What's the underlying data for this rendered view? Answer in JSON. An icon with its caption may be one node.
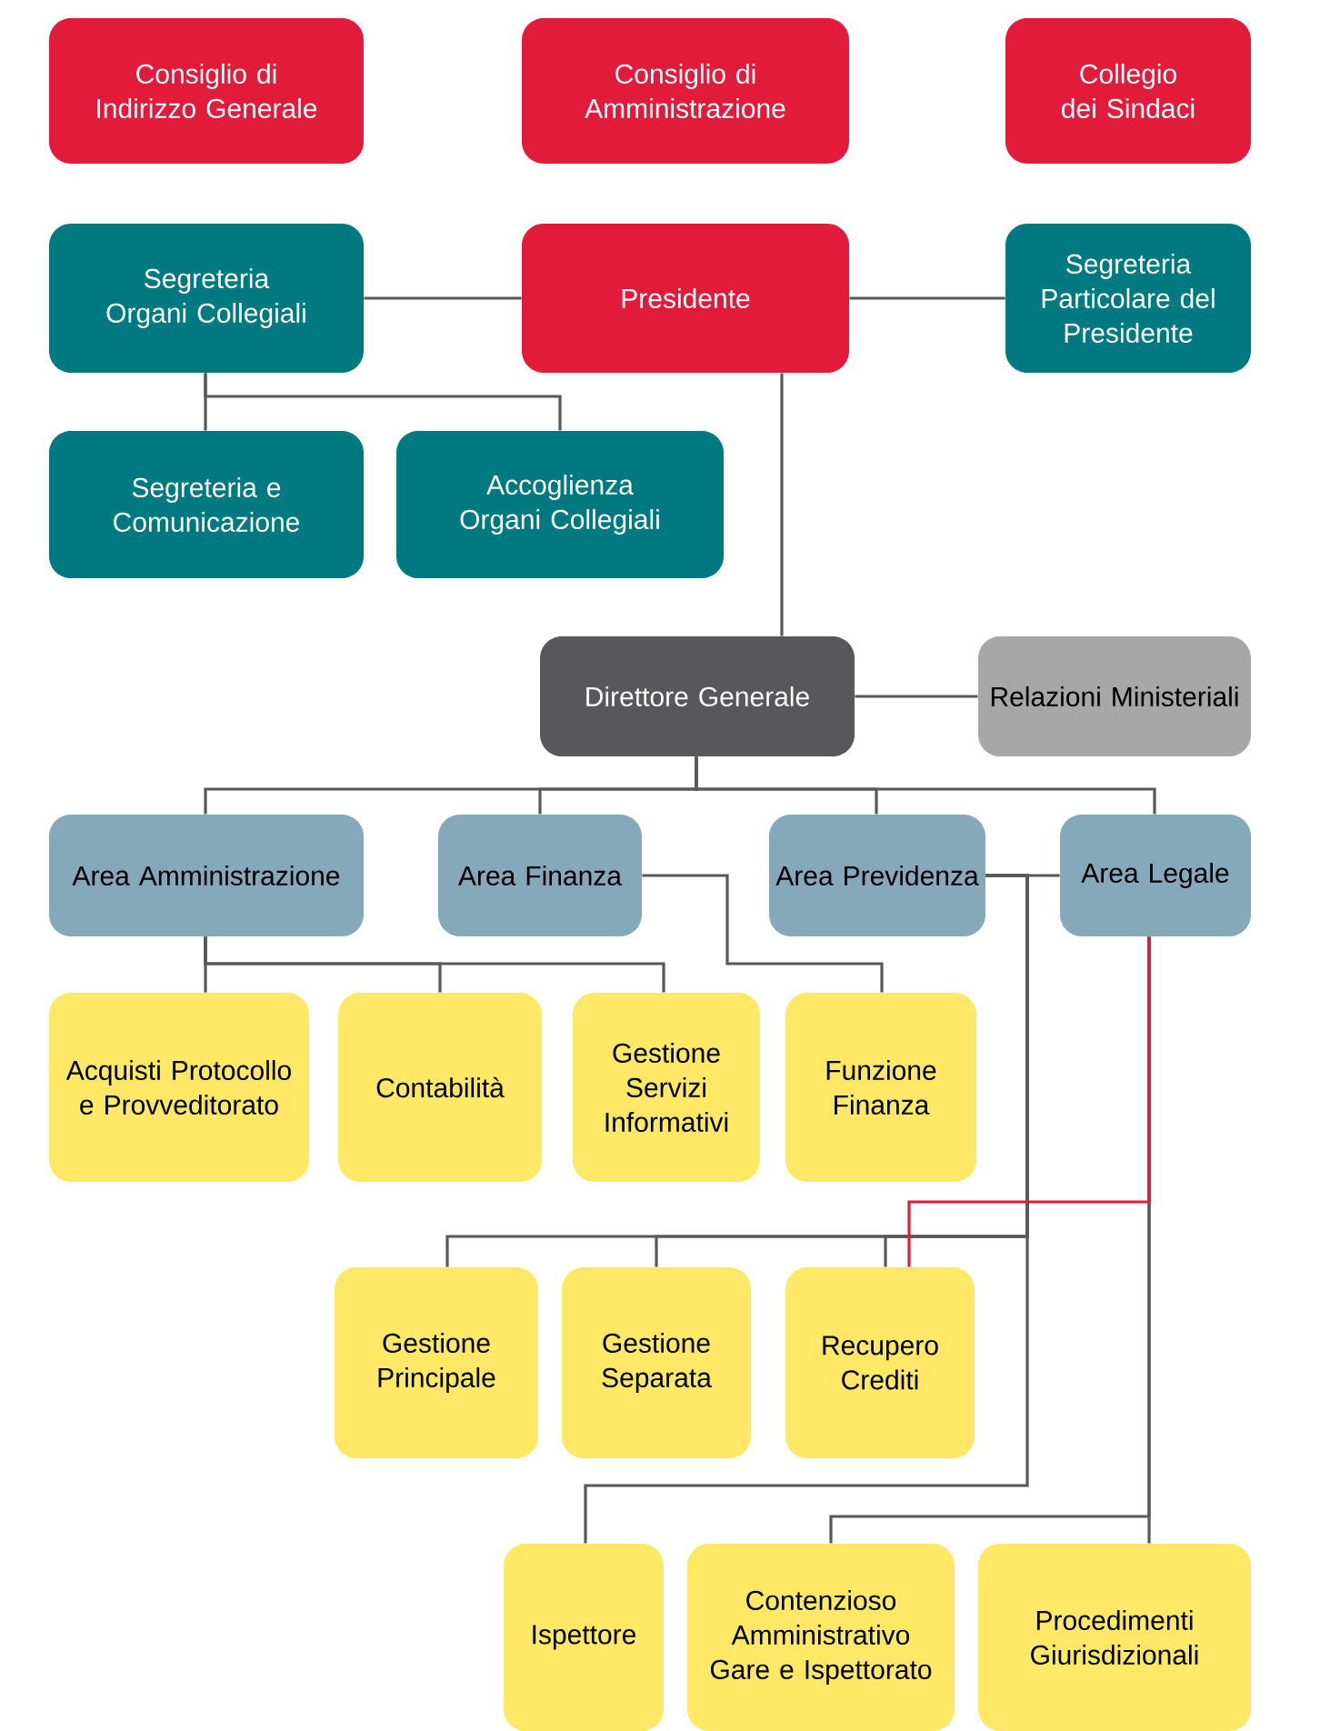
{
  "diagram": {
    "nodes": [
      {
        "text": [
          "Consiglio di Indirizzo Generale"
        ]
      },
      {
        "text": [
          "Consiglio di Amministrazione"
        ]
      },
      {
        "text": [
          "Collegio dei Sindaci"
        ]
      },
      {
        "text": [
          "Segreteria Organi Collegiali"
        ]
      },
      {
        "text": [
          "Presidente"
        ]
      },
      {
        "text": [
          "Segreteria Particolare del Presidente"
        ]
      },
      {
        "text": [
          "Segreteria e Comunicazione"
        ]
      },
      {
        "text": [
          "Accoglienza Organi Collegiali"
        ]
      },
      {
        "text": [
          "Direttore Generale"
        ]
      },
      {
        "text": [
          "Relazioni Ministeriali"
        ]
      },
      {
        "text": [
          "Area Amministrazione"
        ]
      },
      {
        "text": [
          "Area Finanza"
        ]
      },
      {
        "text": [
          "Area Previdenza"
        ]
      },
      {
        "text": [
          "Area Legale"
        ]
      },
      {
        "text": [
          "Acquisti Protocollo e Provveditorato"
        ]
      },
      {
        "text": [
          "Contabilità"
        ]
      },
      {
        "text": [
          "Gestione Servizi Informativi"
        ]
      },
      {
        "text": [
          "Funzione Finanza"
        ]
      },
      {
        "text": [
          "Gestione Principale"
        ]
      },
      {
        "text": [
          "Gestione Separata"
        ]
      },
      {
        "text": [
          "Recupero Crediti"
        ]
      },
      {
        "text": [
          "Ispettore"
        ]
      },
      {
        "text": [
          "Contenzioso Amministrativo Gare e Ispettorato"
        ]
      },
      {
        "text": [
          "Procedimenti Giurisdizionali"
        ]
      }
    ],
    "edges": [
      {
        "from": 3,
        "to": 4,
        "arrow": "none"
      },
      {
        "from": 4,
        "to": 5,
        "arrow": "none"
      },
      {
        "from": 3,
        "to": 6,
        "arrow": "none"
      },
      {
        "from": 3,
        "to": 7,
        "arrow": "none"
      },
      {
        "from": 4,
        "to": 8,
        "arrow": "none"
      },
      {
        "from": 8,
        "to": 9,
        "arrow": "none"
      },
      {
        "from": 8,
        "to": 10,
        "arrow": "none"
      },
      {
        "from": 8,
        "to": 11,
        "arrow": "none"
      },
      {
        "from": 8,
        "to": 12,
        "arrow": "none"
      },
      {
        "from": 8,
        "to": 13,
        "arrow": "none"
      },
      {
        "from": 10,
        "to": 14,
        "arrow": "none"
      },
      {
        "from": 10,
        "to": 15,
        "arrow": "none"
      },
      {
        "from": 10,
        "to": 16,
        "arrow": "none"
      },
      {
        "from": 11,
        "to": 17,
        "arrow": "none"
      },
      {
        "from": 12,
        "to": 18,
        "arrow": "none"
      },
      {
        "from": 12,
        "to": 19,
        "arrow": "none"
      },
      {
        "from": 12,
        "to": 20,
        "arrow": "none"
      },
      {
        "from": 12,
        "to": 21,
        "arrow": "none"
      },
      {
        "from": 13,
        "to": 22,
        "arrow": "none"
      },
      {
        "from": 13,
        "to": 23,
        "arrow": "none"
      },
      {
        "from": 13,
        "to": 20,
        "arrow": "none",
        "color": "#e31b3a"
      },
      {
        "from": 12,
        "to": 13,
        "arrow": "none"
      }
    ]
  }
}
